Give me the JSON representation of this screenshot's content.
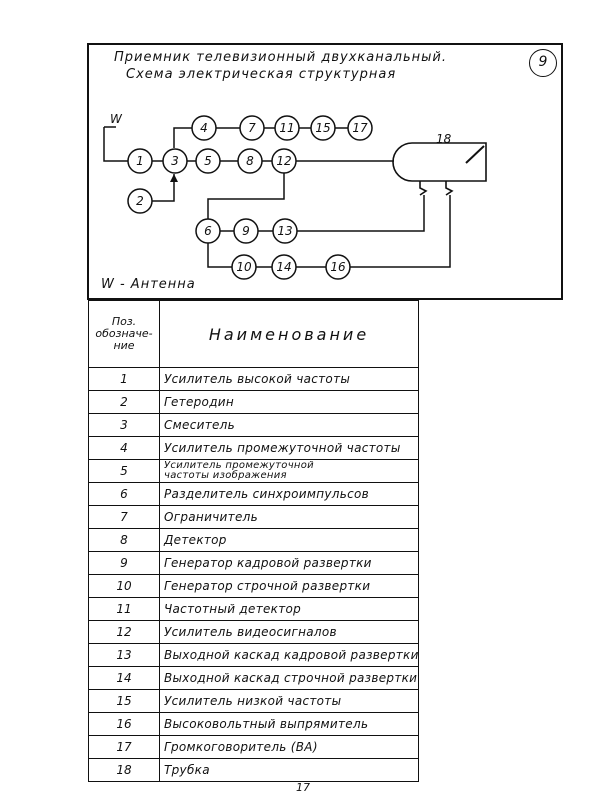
{
  "header": {
    "title_line1": "Приемник телевизионный двухканальный.",
    "title_line2": "Схема электрическая структурная",
    "sheet_number": "9"
  },
  "diagram": {
    "antenna_label": "W",
    "tube_label": "18",
    "legend": "W - Антенна",
    "blocks": [
      "1",
      "2",
      "3",
      "4",
      "5",
      "6",
      "7",
      "8",
      "9",
      "10",
      "11",
      "12",
      "13",
      "14",
      "15",
      "16",
      "17"
    ]
  },
  "table": {
    "headers": {
      "position": [
        "Поз.",
        "обозначе-",
        "ние"
      ],
      "name": "Наименование"
    },
    "rows": [
      {
        "pos": "1",
        "name": "Усилитель высокой частоты"
      },
      {
        "pos": "2",
        "name": "Гетеродин"
      },
      {
        "pos": "3",
        "name": "Смеситель"
      },
      {
        "pos": "4",
        "name": "Усилитель промежуточной частоты"
      },
      {
        "pos": "5",
        "name": [
          "Усилитель промежуточной",
          "частоты изображения"
        ]
      },
      {
        "pos": "6",
        "name": "Разделитель синхроимпульсов"
      },
      {
        "pos": "7",
        "name": "Ограничитель"
      },
      {
        "pos": "8",
        "name": "Детектор"
      },
      {
        "pos": "9",
        "name": "Генератор кадровой развертки"
      },
      {
        "pos": "10",
        "name": "Генератор строчной развертки"
      },
      {
        "pos": "11",
        "name": "Частотный детектор"
      },
      {
        "pos": "12",
        "name": "Усилитель видеосигналов"
      },
      {
        "pos": "13",
        "name": "Выходной каскад кадровой развертки"
      },
      {
        "pos": "14",
        "name": "Выходной каскад строчной развертки"
      },
      {
        "pos": "15",
        "name": "Усилитель низкой частоты"
      },
      {
        "pos": "16",
        "name": "Высоковольтный выпрямитель"
      },
      {
        "pos": "17",
        "name": "Громкоговоритель (ВА)"
      },
      {
        "pos": "18",
        "name": "Трубка"
      }
    ]
  },
  "footer": {
    "page_mark": "17"
  }
}
